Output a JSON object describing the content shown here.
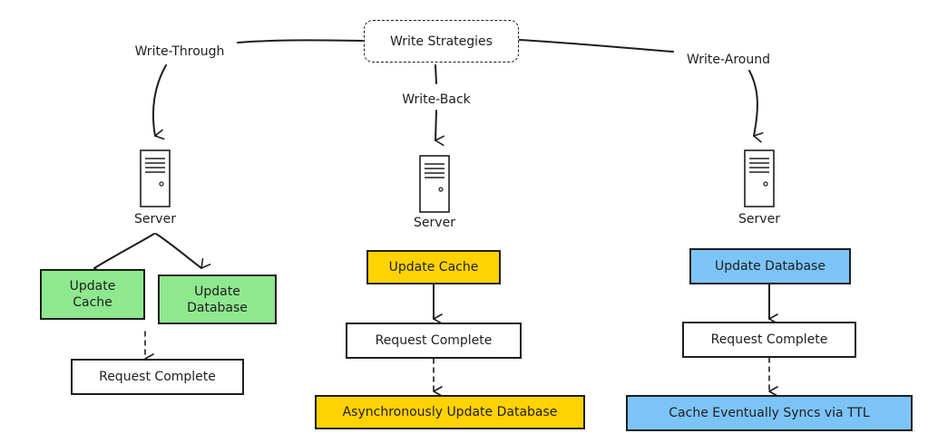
{
  "root": {
    "label": "Write Strategies"
  },
  "colors": {
    "green": "#8ee88e",
    "yellow": "#ffd200",
    "blue": "#7cc4f8",
    "white": "#ffffff",
    "stroke": "#1e1e1e"
  },
  "strategies": [
    {
      "name": "Write-Through",
      "server_label": "Server",
      "update_cache": "Update\nCache",
      "update_database": "Update\nDatabase",
      "complete": "Request Complete"
    },
    {
      "name": "Write-Back",
      "server_label": "Server",
      "step1": "Update Cache",
      "step2": "Request Complete",
      "step3": "Asynchronously Update Database"
    },
    {
      "name": "Write-Around",
      "server_label": "Server",
      "step1": "Update Database",
      "step2": "Request Complete",
      "step3": "Cache Eventually Syncs via TTL"
    }
  ]
}
